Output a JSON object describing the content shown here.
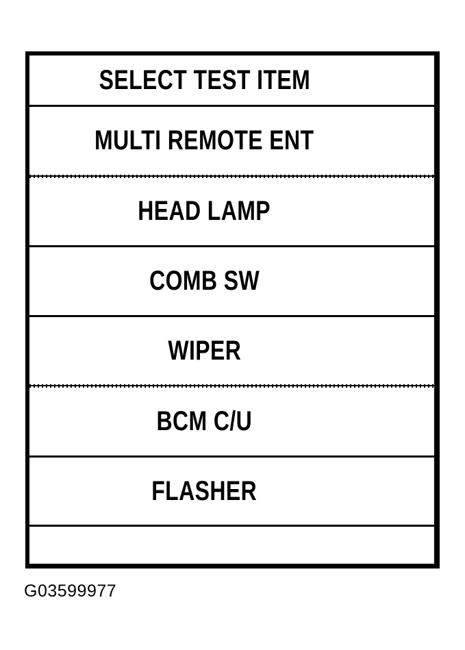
{
  "screen": {
    "title": "SELECT TEST ITEM",
    "title_separator": "solid",
    "menu_items": [
      {
        "label": "MULTI REMOTE ENT",
        "separator_below": "dotted"
      },
      {
        "label": "HEAD LAMP",
        "separator_below": "solid"
      },
      {
        "label": "COMB SW",
        "separator_below": "solid"
      },
      {
        "label": "WIPER",
        "separator_below": "dotted"
      },
      {
        "label": "BCM C/U",
        "separator_below": "solid"
      },
      {
        "label": "FLASHER",
        "separator_below": "solid"
      },
      {
        "label": "",
        "separator_below": "none"
      }
    ]
  },
  "caption": {
    "figure_id": "G03599977"
  },
  "colors": {
    "ink": "#000000",
    "paper": "#ffffff"
  }
}
